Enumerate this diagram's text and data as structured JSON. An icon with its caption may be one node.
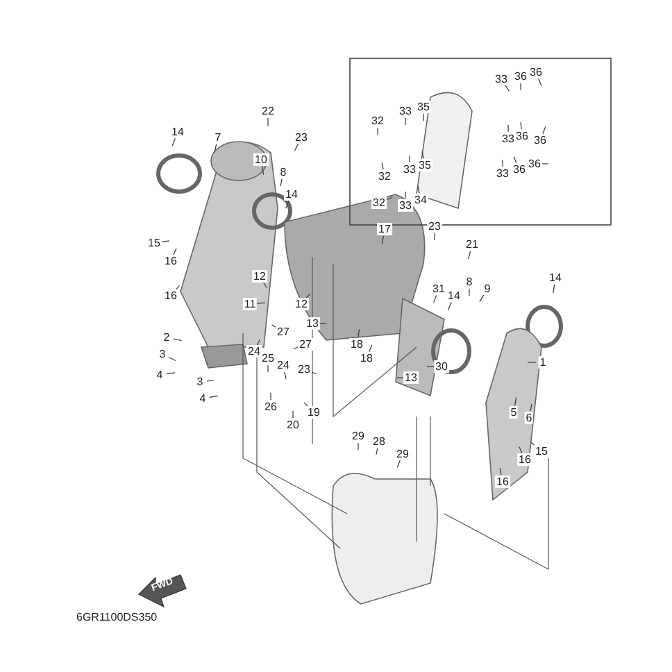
{
  "diagram": {
    "nodes": [
      {
        "text": [
          "22"
        ]
      },
      {
        "text": [
          "14"
        ]
      },
      {
        "text": [
          "7"
        ]
      },
      {
        "text": [
          "23"
        ]
      },
      {
        "text": [
          "10"
        ]
      },
      {
        "text": [
          "8"
        ]
      },
      {
        "text": [
          "14"
        ]
      },
      {
        "text": [
          "15"
        ]
      },
      {
        "text": [
          "16"
        ]
      },
      {
        "text": [
          "16"
        ]
      },
      {
        "text": [
          "12"
        ]
      },
      {
        "text": [
          "11"
        ]
      },
      {
        "text": [
          "12"
        ]
      },
      {
        "text": [
          "13"
        ]
      },
      {
        "text": [
          "2"
        ]
      },
      {
        "text": [
          "3"
        ]
      },
      {
        "text": [
          "4"
        ]
      },
      {
        "text": [
          "3"
        ]
      },
      {
        "text": [
          "4"
        ]
      },
      {
        "text": [
          "27"
        ]
      },
      {
        "text": [
          "27"
        ]
      },
      {
        "text": [
          "24"
        ]
      },
      {
        "text": [
          "25"
        ]
      },
      {
        "text": [
          "24"
        ]
      },
      {
        "text": [
          "23"
        ]
      },
      {
        "text": [
          "26"
        ]
      },
      {
        "text": [
          "19"
        ]
      },
      {
        "text": [
          "20"
        ]
      },
      {
        "text": [
          "33"
        ]
      },
      {
        "text": [
          "36"
        ]
      },
      {
        "text": [
          "36"
        ]
      },
      {
        "text": [
          "32"
        ]
      },
      {
        "text": [
          "33"
        ]
      },
      {
        "text": [
          "35"
        ]
      },
      {
        "text": [
          "33"
        ]
      },
      {
        "text": [
          "36"
        ]
      },
      {
        "text": [
          "36"
        ]
      },
      {
        "text": [
          "32"
        ]
      },
      {
        "text": [
          "33"
        ]
      },
      {
        "text": [
          "35"
        ]
      },
      {
        "text": [
          "33"
        ]
      },
      {
        "text": [
          "36"
        ]
      },
      {
        "text": [
          "36"
        ]
      },
      {
        "text": [
          "32"
        ]
      },
      {
        "text": [
          "33"
        ]
      },
      {
        "text": [
          "34"
        ]
      },
      {
        "text": [
          "17"
        ]
      },
      {
        "text": [
          "23"
        ]
      },
      {
        "text": [
          "21"
        ]
      },
      {
        "text": [
          "31"
        ]
      },
      {
        "text": [
          "14"
        ]
      },
      {
        "text": [
          "8"
        ]
      },
      {
        "text": [
          "9"
        ]
      },
      {
        "text": [
          "14"
        ]
      },
      {
        "text": [
          "18"
        ]
      },
      {
        "text": [
          "18"
        ]
      },
      {
        "text": [
          "13"
        ]
      },
      {
        "text": [
          "30"
        ]
      },
      {
        "text": [
          "1"
        ]
      },
      {
        "text": [
          "5"
        ]
      },
      {
        "text": [
          "6"
        ]
      },
      {
        "text": [
          "15"
        ]
      },
      {
        "text": [
          "16"
        ]
      },
      {
        "text": [
          "16"
        ]
      },
      {
        "text": [
          "29"
        ]
      },
      {
        "text": [
          "28"
        ]
      },
      {
        "text": [
          "29"
        ]
      }
    ],
    "edges": [
      {
        "from": 0,
        "to": null,
        "arrow": "none"
      },
      {
        "from": 1,
        "to": null,
        "arrow": "none"
      },
      {
        "from": 2,
        "to": null,
        "arrow": "none"
      },
      {
        "from": 3,
        "to": null,
        "arrow": "none"
      },
      {
        "from": 4,
        "to": null,
        "arrow": "none"
      },
      {
        "from": 5,
        "to": null,
        "arrow": "none"
      },
      {
        "from": 6,
        "to": null,
        "arrow": "none"
      },
      {
        "from": 7,
        "to": null,
        "arrow": "none"
      },
      {
        "from": 8,
        "to": null,
        "arrow": "none"
      },
      {
        "from": 9,
        "to": null,
        "arrow": "none"
      },
      {
        "from": 10,
        "to": null,
        "arrow": "none"
      },
      {
        "from": 11,
        "to": null,
        "arrow": "none"
      },
      {
        "from": 12,
        "to": null,
        "arrow": "none"
      },
      {
        "from": 13,
        "to": null,
        "arrow": "none"
      },
      {
        "from": 14,
        "to": null,
        "arrow": "none"
      },
      {
        "from": 15,
        "to": null,
        "arrow": "none"
      },
      {
        "from": 16,
        "to": null,
        "arrow": "none"
      },
      {
        "from": 17,
        "to": null,
        "arrow": "none"
      },
      {
        "from": 18,
        "to": null,
        "arrow": "none"
      },
      {
        "from": 19,
        "to": null,
        "arrow": "none"
      },
      {
        "from": 20,
        "to": null,
        "arrow": "none"
      },
      {
        "from": 21,
        "to": null,
        "arrow": "none"
      },
      {
        "from": 22,
        "to": null,
        "arrow": "none"
      },
      {
        "from": 23,
        "to": null,
        "arrow": "none"
      },
      {
        "from": 24,
        "to": null,
        "arrow": "none"
      },
      {
        "from": 25,
        "to": null,
        "arrow": "none"
      },
      {
        "from": 26,
        "to": null,
        "arrow": "none"
      },
      {
        "from": 27,
        "to": null,
        "arrow": "none"
      },
      {
        "from": 28,
        "to": null,
        "arrow": "none"
      },
      {
        "from": 29,
        "to": null,
        "arrow": "none"
      },
      {
        "from": 30,
        "to": null,
        "arrow": "none"
      },
      {
        "from": 31,
        "to": null,
        "arrow": "none"
      },
      {
        "from": 32,
        "to": null,
        "arrow": "none"
      },
      {
        "from": 33,
        "to": null,
        "arrow": "none"
      },
      {
        "from": 34,
        "to": null,
        "arrow": "none"
      },
      {
        "from": 35,
        "to": null,
        "arrow": "none"
      },
      {
        "from": 36,
        "to": null,
        "arrow": "none"
      },
      {
        "from": 37,
        "to": null,
        "arrow": "none"
      },
      {
        "from": 38,
        "to": null,
        "arrow": "none"
      },
      {
        "from": 39,
        "to": null,
        "arrow": "none"
      },
      {
        "from": 40,
        "to": null,
        "arrow": "none"
      },
      {
        "from": 41,
        "to": null,
        "arrow": "none"
      },
      {
        "from": 42,
        "to": null,
        "arrow": "none"
      },
      {
        "from": 43,
        "to": null,
        "arrow": "none"
      },
      {
        "from": 44,
        "to": null,
        "arrow": "none"
      },
      {
        "from": 45,
        "to": null,
        "arrow": "none"
      },
      {
        "from": 46,
        "to": null,
        "arrow": "none"
      },
      {
        "from": 47,
        "to": null,
        "arrow": "none"
      },
      {
        "from": 48,
        "to": null,
        "arrow": "none"
      },
      {
        "from": 49,
        "to": null,
        "arrow": "none"
      },
      {
        "from": 50,
        "to": null,
        "arrow": "none"
      },
      {
        "from": 51,
        "to": null,
        "arrow": "none"
      },
      {
        "from": 52,
        "to": null,
        "arrow": "none"
      },
      {
        "from": 53,
        "to": null,
        "arrow": "none"
      },
      {
        "from": 54,
        "to": null,
        "arrow": "none"
      },
      {
        "from": 55,
        "to": null,
        "arrow": "none"
      },
      {
        "from": 56,
        "to": null,
        "arrow": "none"
      },
      {
        "from": 57,
        "to": null,
        "arrow": "none"
      },
      {
        "from": 58,
        "to": null,
        "arrow": "none"
      },
      {
        "from": 59,
        "to": null,
        "arrow": "none"
      },
      {
        "from": 60,
        "to": null,
        "arrow": "none"
      },
      {
        "from": 61,
        "to": null,
        "arrow": "none"
      },
      {
        "from": 62,
        "to": null,
        "arrow": "none"
      },
      {
        "from": 63,
        "to": null,
        "arrow": "none"
      },
      {
        "from": 64,
        "to": null,
        "arrow": "none"
      },
      {
        "from": 65,
        "to": null,
        "arrow": "none"
      },
      {
        "from": 66,
        "to": null,
        "arrow": "none"
      }
    ],
    "labels": [
      "FWD",
      "6GR1100DS350"
    ]
  }
}
